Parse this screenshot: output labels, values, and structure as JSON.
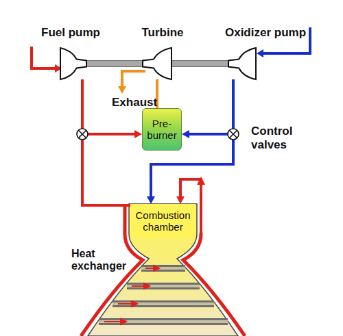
{
  "diagram": {
    "nodes": [
      {
        "text": [
          "Fuel pump"
        ]
      },
      {
        "text": [
          "Turbine"
        ]
      },
      {
        "text": [
          "Oxidizer pump"
        ]
      },
      {
        "text": [
          "Pre- burner"
        ]
      },
      {
        "text": [
          "Combustion chamber"
        ]
      }
    ],
    "edges": [
      {
        "from": 0,
        "to": 3,
        "arrow": "to"
      },
      {
        "from": 0,
        "to": 4,
        "arrow": "none"
      },
      {
        "from": 2,
        "to": 3,
        "arrow": "to"
      },
      {
        "from": 2,
        "to": 4,
        "arrow": "to"
      },
      {
        "from": 3,
        "to": 1,
        "arrow": "none"
      },
      {
        "from": 0,
        "to": 1,
        "arrow": "none"
      },
      {
        "from": 1,
        "to": 2,
        "arrow": "none"
      }
    ],
    "labels": [
      "Exhaust",
      "Control valves",
      "Heat exchanger"
    ]
  }
}
